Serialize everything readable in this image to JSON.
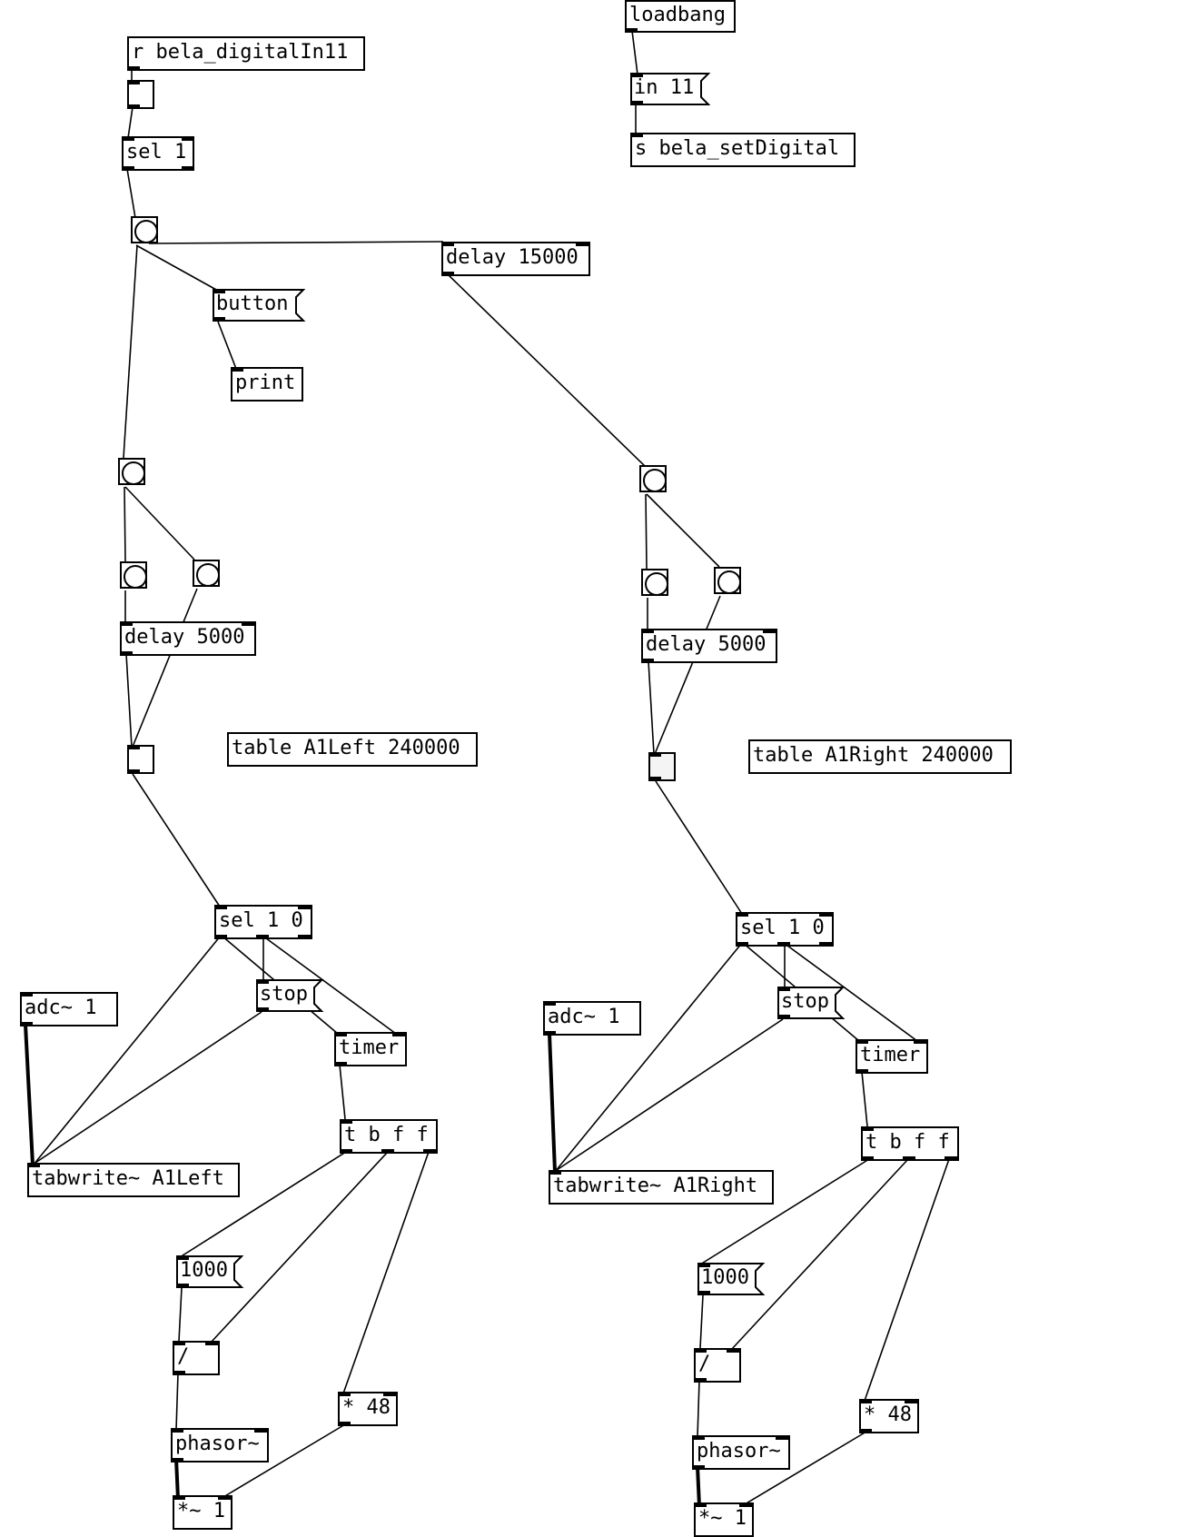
{
  "patch": {
    "loadbang_obj": "loadbang",
    "in11_msg": "in 11",
    "s_setdigital_obj": "s bela_setDigital",
    "r_digitalin_obj": "r bela_digitalIn11",
    "sel1_obj": "sel 1",
    "delay15000_obj": "delay 15000",
    "button_msg": "button",
    "print_obj": "print",
    "left": {
      "delay_obj": "delay 5000",
      "table_obj": "table A1Left 240000",
      "sel10_obj": "sel 1 0",
      "stop_msg": "stop",
      "timer_obj": "timer",
      "adc_obj": "adc~ 1",
      "tbff_obj": "t b f f",
      "tabwrite_obj": "tabwrite~ A1Left",
      "num1000_msg": "1000",
      "div_obj": "/",
      "mul48_obj": "* 48",
      "phasor_obj": "phasor~",
      "mulsig_obj": "*~ 1"
    },
    "right": {
      "delay_obj": "delay 5000",
      "table_obj": "table A1Right 240000",
      "sel10_obj": "sel 1 0",
      "stop_msg": "stop",
      "timer_obj": "timer",
      "adc_obj": "adc~ 1",
      "tbff_obj": "t b f f",
      "tabwrite_obj": "tabwrite~ A1Right",
      "num1000_msg": "1000",
      "div_obj": "/",
      "mul48_obj": "* 48",
      "phasor_obj": "phasor~",
      "mulsig_obj": "*~ 1"
    }
  }
}
